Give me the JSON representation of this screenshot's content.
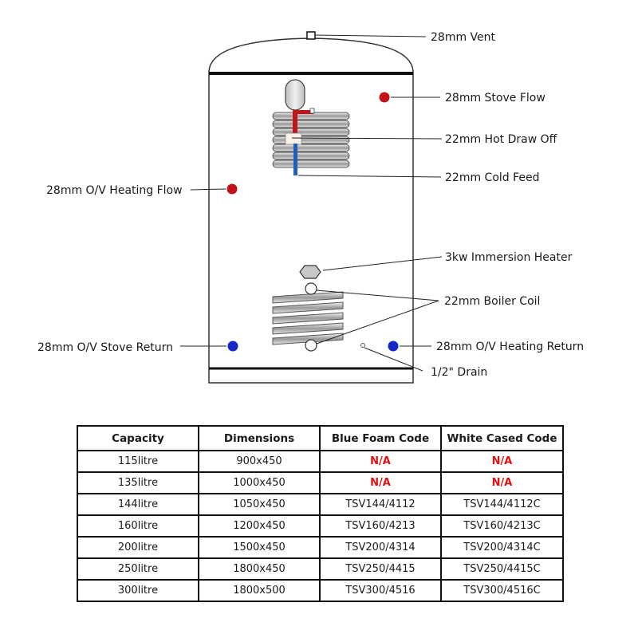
{
  "labels": {
    "vent": "28mm Vent",
    "stove_flow": "28mm Stove Flow",
    "hot_draw_off": "22mm Hot Draw Off",
    "cold_feed": "22mm Cold Feed",
    "heating_flow": "28mm O/V Heating Flow",
    "immersion_heater": "3kw Immersion Heater",
    "boiler_coil": "22mm Boiler Coil",
    "stove_return": "28mm O/V Stove Return",
    "heating_return": "28mm O/V Heating Return",
    "drain": "1/2\" Drain"
  },
  "colors": {
    "flow_dot": "#c0141a",
    "return_dot": "#1428c8",
    "na_text": "#e01010"
  },
  "table": {
    "headers": [
      "Capacity",
      "Dimensions",
      "Blue Foam Code",
      "White Cased Code"
    ],
    "rows": [
      [
        "115litre",
        "900x450",
        "N/A",
        "N/A"
      ],
      [
        "135litre",
        "1000x450",
        "N/A",
        "N/A"
      ],
      [
        "144litre",
        "1050x450",
        "TSV144/4112",
        "TSV144/4112C"
      ],
      [
        "160litre",
        "1200x450",
        "TSV160/4213",
        "TSV160/4213C"
      ],
      [
        "200litre",
        "1500x450",
        "TSV200/4314",
        "TSV200/4314C"
      ],
      [
        "250litre",
        "1800x450",
        "TSV250/4415",
        "TSV250/4415C"
      ],
      [
        "300litre",
        "1800x500",
        "TSV300/4516",
        "TSV300/4516C"
      ]
    ]
  }
}
